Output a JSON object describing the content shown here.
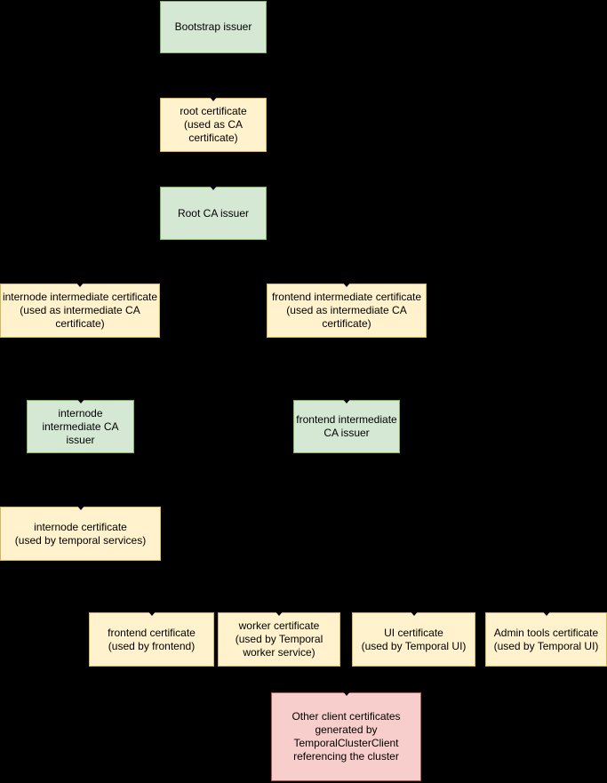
{
  "diagram": {
    "background": "#000000",
    "colors": {
      "issuer_fill": "#d5e8d4",
      "issuer_stroke": "#82b366",
      "certificate_fill": "#fff2cc",
      "certificate_stroke": "#d6b656",
      "client_fill": "#f8cecc",
      "client_stroke": "#b85450",
      "text": "#000000",
      "arrowhead": "#000000"
    },
    "nodes": [
      {
        "id": "bootstrap-issuer",
        "kind": "issuer",
        "incoming_arrowhead": false,
        "label": "Bootstrap issuer"
      },
      {
        "id": "root-certificate",
        "kind": "certificate",
        "incoming_arrowhead": true,
        "label": "root certificate\n(used as CA\ncertificate)"
      },
      {
        "id": "root-ca-issuer",
        "kind": "issuer",
        "incoming_arrowhead": true,
        "label": "Root CA issuer"
      },
      {
        "id": "internode-intermediate-certificate",
        "kind": "certificate",
        "incoming_arrowhead": true,
        "label": "internode intermediate certificate\n(used as intermediate CA\ncertificate)"
      },
      {
        "id": "frontend-intermediate-certificate",
        "kind": "certificate",
        "incoming_arrowhead": true,
        "label": "frontend intermediate certificate\n(used as intermediate CA\ncertificate)"
      },
      {
        "id": "internode-intermediate-ca-issuer",
        "kind": "issuer",
        "incoming_arrowhead": true,
        "label": "internode\nintermediate CA\nissuer"
      },
      {
        "id": "frontend-intermediate-ca-issuer",
        "kind": "issuer",
        "incoming_arrowhead": true,
        "label": "frontend intermediate\nCA issuer"
      },
      {
        "id": "internode-certificate",
        "kind": "certificate",
        "incoming_arrowhead": true,
        "label": "internode certificate\n(used by temporal services)"
      },
      {
        "id": "frontend-certificate",
        "kind": "certificate",
        "incoming_arrowhead": true,
        "label": "frontend certificate\n(used by frontend)"
      },
      {
        "id": "worker-certificate",
        "kind": "certificate",
        "incoming_arrowhead": true,
        "label": "worker certificate\n(used by Temporal\nworker service)"
      },
      {
        "id": "ui-certificate",
        "kind": "certificate",
        "incoming_arrowhead": true,
        "label": "UI certificate\n(used by Temporal UI)"
      },
      {
        "id": "admin-tools-certificate",
        "kind": "certificate",
        "incoming_arrowhead": true,
        "label": "Admin tools certificate\n(used by Temporal UI)"
      },
      {
        "id": "other-client-certificates",
        "kind": "client",
        "incoming_arrowhead": true,
        "label": "Other client certificates\ngenerated by\nTemporalClusterClient\nreferencing the cluster"
      }
    ]
  }
}
